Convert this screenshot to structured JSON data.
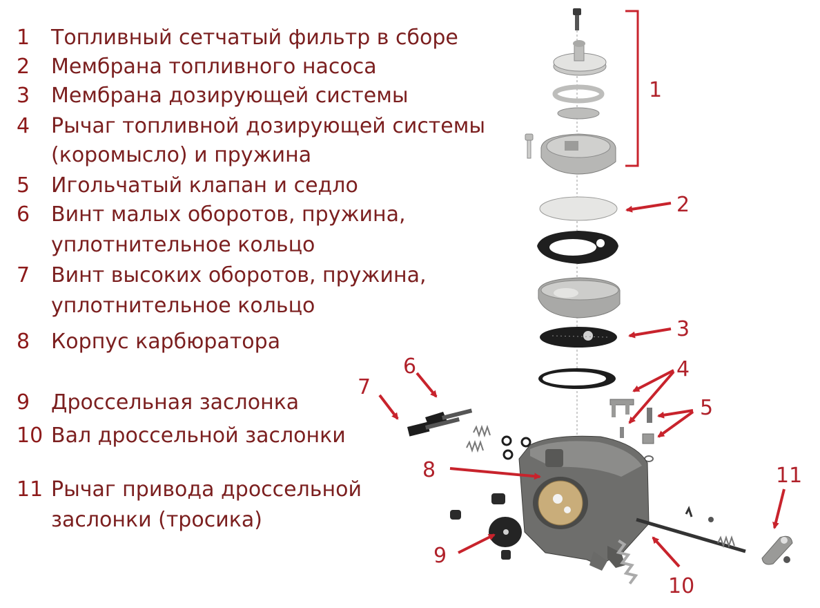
{
  "legend": [
    {
      "num": "1",
      "lines": [
        "Топливный сетчатый фильтр в сборе"
      ]
    },
    {
      "num": "2",
      "lines": [
        "Мембрана топливного насоса"
      ]
    },
    {
      "num": "3",
      "lines": [
        "Мембрана дозирующей системы"
      ]
    },
    {
      "num": "4",
      "lines": [
        "Рычаг топливной дозирующей системы",
        "(коромысло) и пружина"
      ]
    },
    {
      "num": "5",
      "lines": [
        "Игольчатый клапан и седло"
      ]
    },
    {
      "num": "6",
      "lines": [
        "Винт малых оборотов, пружина,",
        "уплотнительное кольцо"
      ]
    },
    {
      "num": "7",
      "lines": [
        "Винт высоких оборотов, пружина,",
        "уплотнительное кольцо"
      ]
    },
    {
      "num": "8",
      "lines": [
        "Корпус карбюратора"
      ]
    },
    {
      "num": "9",
      "lines": [
        "Дроссельная заслонка"
      ]
    },
    {
      "num": "10",
      "lines": [
        "Вал дроссельной заслонки"
      ]
    },
    {
      "num": "11",
      "lines": [
        "Рычаг привода дроссельной",
        "заслонки (тросика)"
      ]
    }
  ],
  "callouts": {
    "c1": "1",
    "c2": "2",
    "c3": "3",
    "c4": "4",
    "c5": "5",
    "c6": "6",
    "c7": "7",
    "c8": "8",
    "c9": "9",
    "c10": "10",
    "c11": "11"
  },
  "colors": {
    "legend_text": "#7b1f1f",
    "callout": "#b0212a",
    "part_light": "#d6d6d4",
    "part_dark": "#2b2b2b"
  },
  "icons": [
    "screw-icon",
    "filter-cover-icon",
    "gasket-ring-icon",
    "membrane-icon",
    "carburetor-body-icon",
    "spring-icon",
    "throttle-lever-icon"
  ]
}
